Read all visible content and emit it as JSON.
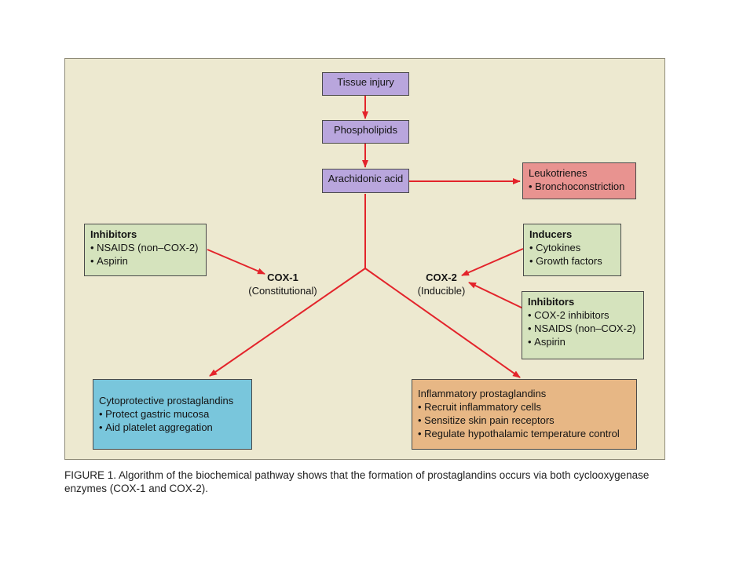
{
  "diagram": {
    "tissue_injury": "Tissue injury",
    "phospholipids": "Phospholipids",
    "arachidonic_acid": "Arachidonic acid",
    "leukotrienes": {
      "title": "Leukotrienes",
      "items": [
        "Bronchoconstriction"
      ]
    },
    "cox1_inhibitors": {
      "title": "Inhibitors",
      "items": [
        "NSAIDS (non–COX-2)",
        "Aspirin"
      ]
    },
    "cox1": {
      "name": "COX-1",
      "type": "(Constitutional)"
    },
    "cox2": {
      "name": "COX-2",
      "type": "(Inducible)"
    },
    "inducers": {
      "title": "Inducers",
      "items": [
        "Cytokines",
        "Growth factors"
      ]
    },
    "cox2_inhibitors": {
      "title": "Inhibitors",
      "items": [
        "COX-2 inhibitors",
        "NSAIDS (non–COX-2)",
        "Aspirin"
      ]
    },
    "cytoprotective": {
      "title": "Cytoprotective prostaglandins",
      "items": [
        "Protect gastric mucosa",
        "Aid platelet aggregation"
      ]
    },
    "inflammatory": {
      "title": "Inflammatory prostaglandins",
      "items": [
        "Recruit inflammatory cells",
        "Sensitize skin pain receptors",
        "Regulate hypothalamic temperature control"
      ]
    },
    "colors": {
      "arrow": "#e3242b",
      "panel": "#ede9d0",
      "central_box": "#b9a6dd",
      "inhibitor_box": "#d5e3bd",
      "leukotriene_box": "#e89390",
      "cytoprotective_box": "#79c6dc",
      "inflammatory_box": "#e7b785"
    }
  },
  "caption": "FIGURE 1. Algorithm of the biochemical pathway shows that the formation of prostaglandins occurs via both cyclooxygenase enzymes (COX-1 and COX-2)."
}
